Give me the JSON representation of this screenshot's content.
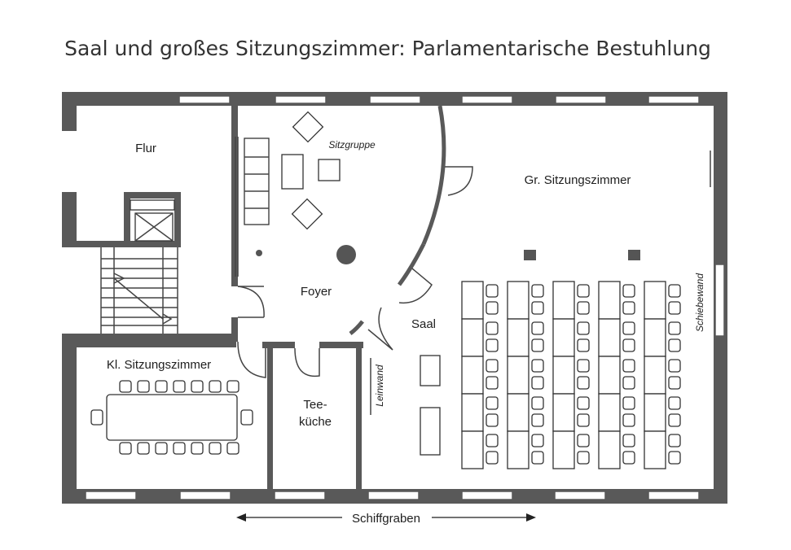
{
  "title": "Saal und großes Sitzungszimmer: Parlamentarische Bestuhlung",
  "rooms": {
    "flur": "Flur",
    "sitzgruppe": "Sitzgruppe",
    "gr_sitzungszimmer": "Gr. Sitzungszimmer",
    "foyer": "Foyer",
    "saal": "Saal",
    "schiebewand": "Schiebewand",
    "kl_sitzungszimmer": "Kl. Sitzungszimmer",
    "teekueche_line1": "Tee-",
    "teekueche_line2": "küche",
    "leinwand": "Leinwand"
  },
  "footer": {
    "schiffgraben": "Schiffgraben"
  },
  "colors": {
    "wall": "#595959",
    "line": "#444444",
    "text": "#1e1e1e"
  }
}
